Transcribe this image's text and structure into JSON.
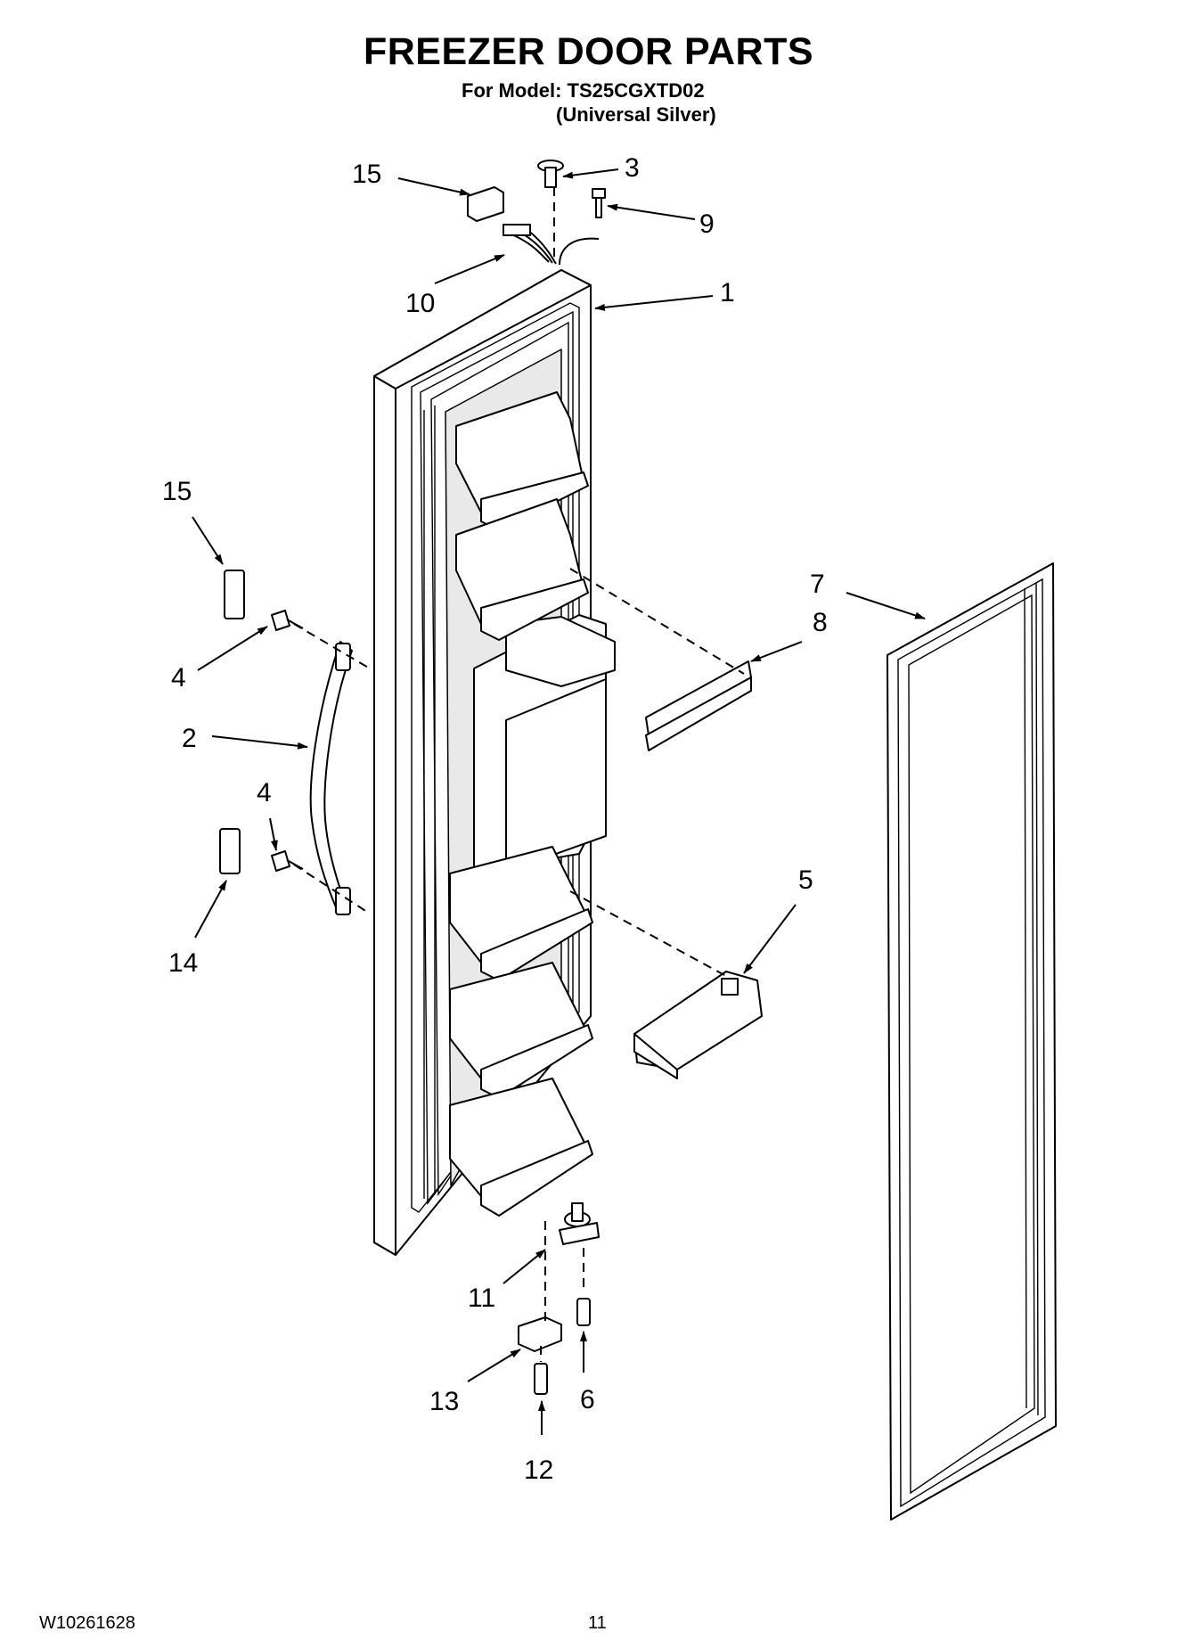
{
  "header": {
    "title": "FREEZER DOOR PARTS",
    "model_line": "For Model: TS25CGXTD02",
    "color_line": "(Universal Silver)"
  },
  "callouts": {
    "c1": "1",
    "c2": "2",
    "c3": "3",
    "c4a": "4",
    "c4b": "4",
    "c5": "5",
    "c6": "6",
    "c7": "7",
    "c8": "8",
    "c9": "9",
    "c10": "10",
    "c11": "11",
    "c12": "12",
    "c13": "13",
    "c14": "14",
    "c15a": "15",
    "c15b": "15"
  },
  "footer": {
    "doc_id": "W10261628",
    "page_number": "11"
  }
}
